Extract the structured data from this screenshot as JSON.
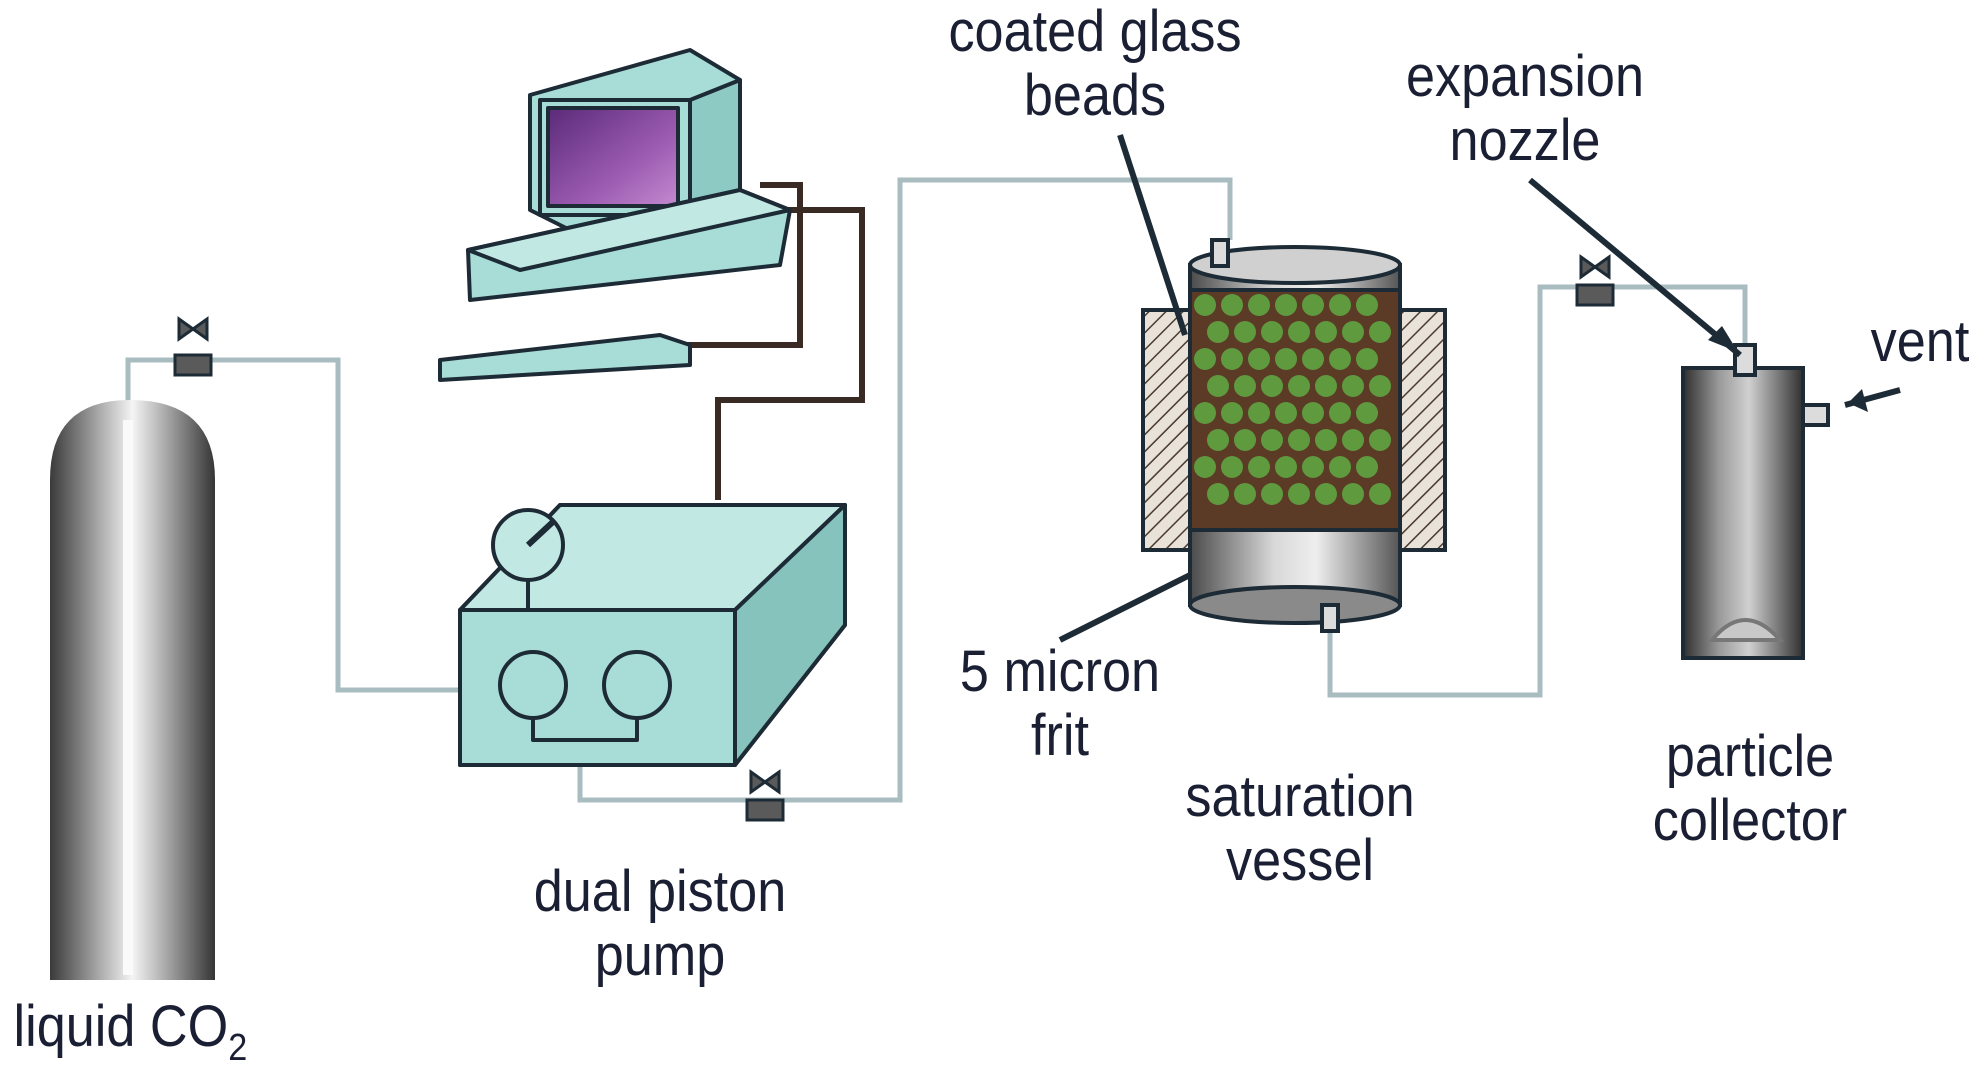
{
  "labels": {
    "coated_glass_beads": [
      "coated glass",
      "beads"
    ],
    "expansion_nozzle": [
      "expansion",
      "nozzle"
    ],
    "vent": "vent",
    "micron_frit": [
      "5 micron",
      "frit"
    ],
    "saturation_vessel": [
      "saturation",
      "vessel"
    ],
    "particle_collector": [
      "particle",
      "collector"
    ],
    "dual_piston_pump": [
      "dual piston",
      "pump"
    ],
    "liquid_co2": {
      "main": "liquid CO",
      "subscript": "2"
    }
  },
  "colors": {
    "tube": "#a9bcc0",
    "equipment_fill": "#a8dcd6",
    "outline": "#1d2b36",
    "cable": "#3a2a24",
    "screen": "#8a4fa0",
    "bead": "#5f9a3f",
    "text": "#1b1f33"
  }
}
